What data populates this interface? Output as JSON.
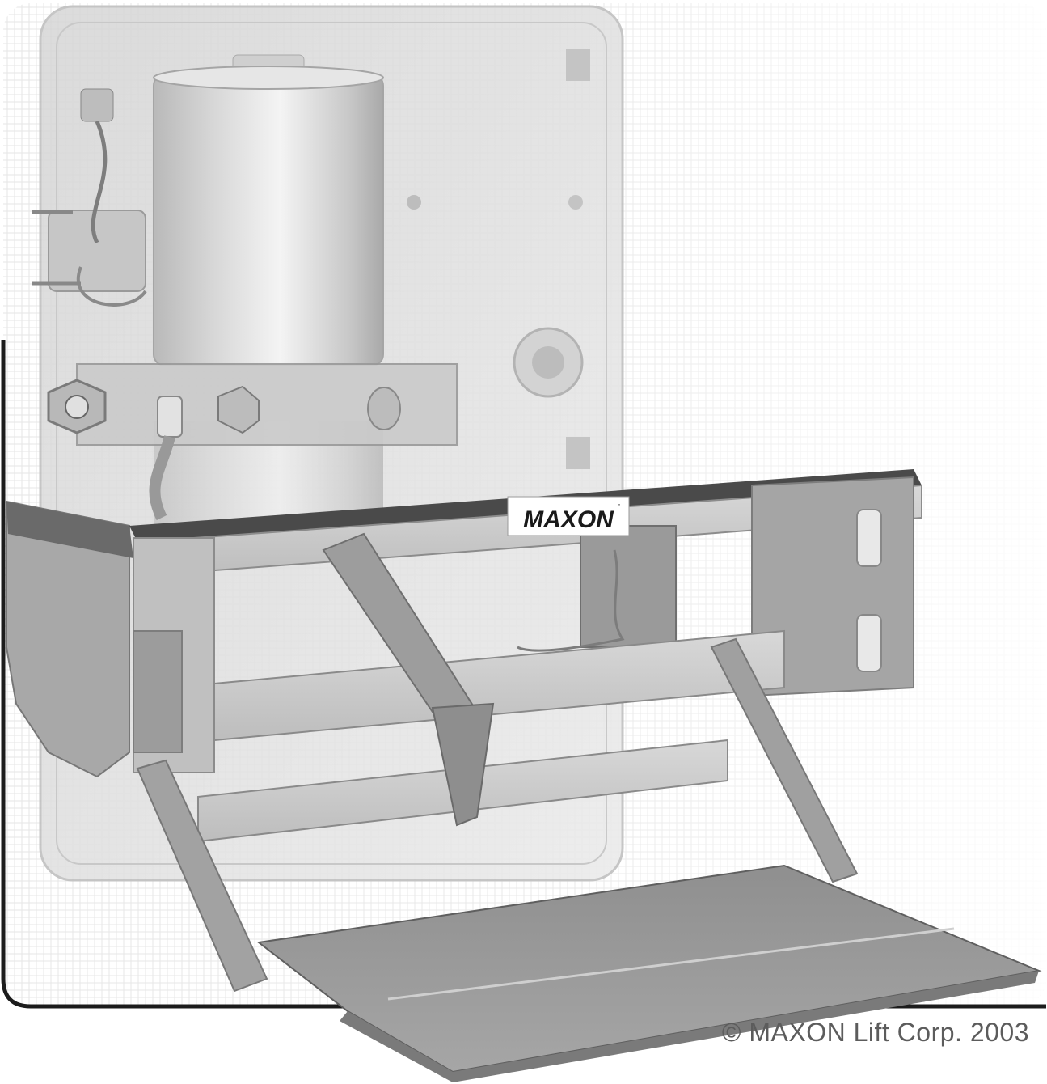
{
  "illustration": {
    "subject": "liftgate-with-pump-unit",
    "brand_label": "MAXON",
    "brand_mark": "·",
    "copyright": "© MAXON Lift Corp. 2003"
  }
}
